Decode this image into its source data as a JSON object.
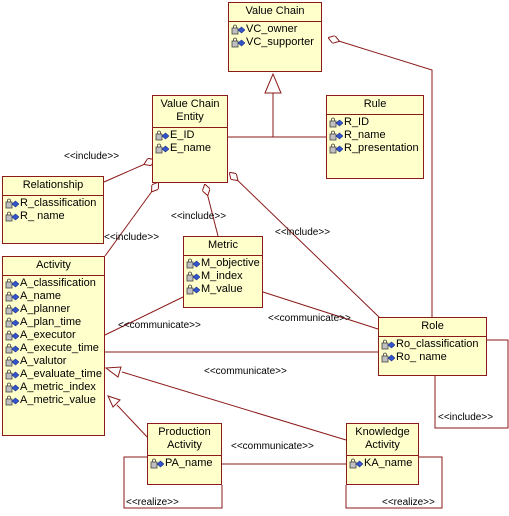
{
  "classes": {
    "value_chain": {
      "title": "Value Chain",
      "attrs": [
        "VC_owner",
        "VC_supporter"
      ]
    },
    "value_chain_entity": {
      "title_line1": "Value Chain",
      "title_line2": "Entity",
      "attrs": [
        "E_ID",
        "E_name"
      ]
    },
    "rule": {
      "title": "Rule",
      "attrs": [
        "R_ID",
        "R_name",
        "R_presentation"
      ]
    },
    "relationship": {
      "title": "Relationship",
      "attrs": [
        "R_classification",
        "R_ name"
      ]
    },
    "metric": {
      "title": "Metric",
      "attrs": [
        "M_objective",
        "M_index",
        "M_value"
      ]
    },
    "activity": {
      "title": "Activity",
      "attrs": [
        "A_classification",
        "A_name",
        "A_planner",
        "A_plan_time",
        "A_executor",
        "A_execute_time",
        "A_valutor",
        "A_evaluate_time",
        "A_metric_index",
        "A_metric_value"
      ]
    },
    "role": {
      "title": "Role",
      "attrs": [
        "Ro_classification",
        "Ro_ name"
      ]
    },
    "production_activity": {
      "title_line1": "Production",
      "title_line2": "Activity",
      "attrs": [
        "PA_name"
      ]
    },
    "knowledge_activity": {
      "title_line1": "Knowledge",
      "title_line2": "Activity",
      "attrs": [
        "KA_name"
      ]
    }
  },
  "labels": {
    "include_relationship": "<<include>>",
    "include_metric": "<<include>>",
    "include_activity": "<<include>>",
    "include_role": "<<include>>",
    "include_role_self": "<<include>>",
    "communicate_activity_metric": "<<communicate>>",
    "communicate_metric_role": "<<communicate>>",
    "communicate_activity_role": "<<communicate>>",
    "communicate_pa_ka": "<<communicate>>",
    "realize_pa": "<<realize>>",
    "realize_ka": "<<realize>>"
  },
  "colors": {
    "box_fill": "#ffffcc",
    "box_border": "#8b1a1a",
    "line": "#8b1a1a"
  }
}
